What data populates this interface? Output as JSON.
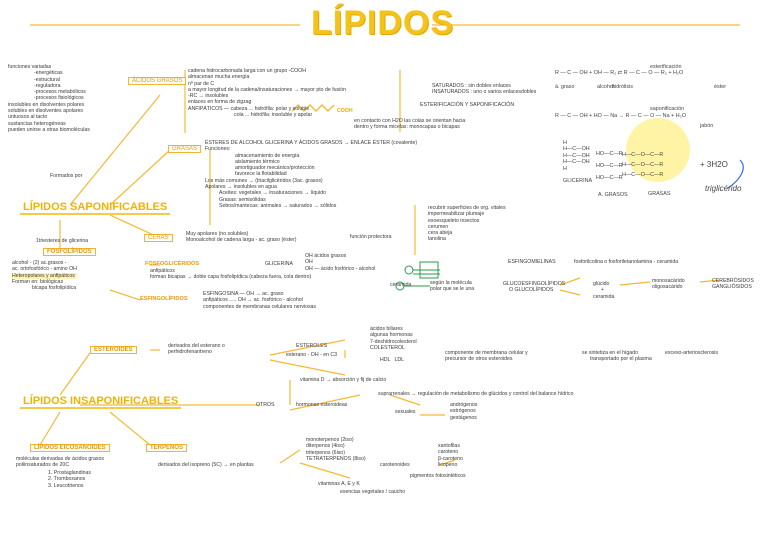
{
  "title": "LÍPIDOS",
  "properties": {
    "items": [
      "funciones variadas",
      "-energéticas",
      "-estructural",
      "-reguladora",
      "-procesos metabólicos",
      "-procesos fisiológicos",
      "insolubles en disolventes polares",
      "solubles en disolventes apolares",
      "untuosos al tacto",
      "sustancias heterogéneas",
      "pueden unirse a otras biomoléculas"
    ]
  },
  "acidos_grasos": {
    "label": "ÁCIDOS GRASOS",
    "items": [
      "cadena hidrocarbonada larga con un grupo -COOH",
      "almacenan mucha energía",
      "nº par de C",
      "a mayor longitud de la cadena/insaturaciones",
      "mayor pto de fusión",
      "-RC",
      "insolubles",
      "enlaces en forma de zigzag",
      "ANFIPÁTICOS",
      "cabeza",
      "hidrófila: polar y soluble",
      "cola",
      "hidrófila: insoluble y apolar"
    ],
    "cooh": "COOH",
    "micelas": [
      "en contacto con H2O las colas se orientan hacia",
      "dentro y forma micelas: monocapas o bicapas"
    ],
    "types": [
      "SATURADOS : sin dobles enlaces",
      "INSATURADOS : uno o varios enlacesdobles"
    ],
    "reactions": "ESTERIFICACIÓN Y SAPONIFICACIÓN"
  },
  "formados_por": "Formados por",
  "saponificables": {
    "label": "LÍPIDOS SAPONIFICABLES"
  },
  "grasas": {
    "label": "GRASAS",
    "items": [
      "ÉSTERES DE ALCOHOL GLICERINA Y ÁCIDOS GRASOS",
      "ENLACE ÉSTER (covalente)",
      "Funciones:",
      "almacenamiento de energía",
      "aislamiento térmico",
      "amortiguador mecánico/protección",
      "favorece la flotabilidad",
      "Los más comunes",
      "(triacilglicéridos (3ac. grasos)",
      "Apolares",
      "insolubles en agua",
      "Aceites: vegetales",
      "insaturaciones",
      "líquido",
      "Grasas: semisólidas",
      "Sebos/mantecas: animales",
      "saturados",
      "sólidos"
    ]
  },
  "ceras": {
    "label": "CERAS",
    "items": [
      "Muy apolares (no solubles)",
      "Monoalcohol de cadena larga - ac. graso (éster)",
      "función protectora"
    ],
    "functions": [
      "recubrir superficies de org. vitales",
      "impermeabilizar plumaje",
      "exoesqueleto insectos",
      "cerumen",
      "cera abeja",
      "lanolina"
    ]
  },
  "fosfolipidos": {
    "intro": "1triesteres de glicerina",
    "label": "FOSFOLÍPIDOS",
    "items": [
      "alcohol - (2) ac.grasos -",
      "ac. ortofosfórico - amino OH",
      "Heteropolares y anfipáticos",
      "Forman en: biológicas",
      "bicapa fosfolipídica"
    ]
  },
  "fosfogliceridos": {
    "label": "FOSFOGLICÉRIDOS",
    "items": [
      "anfipáticos",
      "forman bicapas",
      "doble capa fosfolipídica (cabeza fuera, cola dentro)",
      "GLICERINA",
      "OH",
      "ácidos grasos",
      "ácido fosfórico - alcohol"
    ]
  },
  "esfingolipidos": {
    "label": "ESFINGOLÍPIDOS",
    "items": [
      "ESFINGOSINA",
      "OH",
      "ac. graso",
      "anfipáticos",
      "ac. fosfórico - alcohol",
      "componentes de membranas celulares nerviosas"
    ],
    "ceramida": "ceramida",
    "union": [
      "según la molécula",
      "polar que se le una"
    ],
    "esfingomielinas": "ESFINGOMIELINAS",
    "esf_desc": "fosforilcolina o fosforiletanolamina - ceramida",
    "gluco": [
      "GLUCOESFINGOLÍPIDOS",
      "O GLUCOLÍPIDOS"
    ],
    "glucido": [
      "glúcido",
      "+",
      "ceramida"
    ],
    "mono": [
      "monosacárido",
      "oligosacárido"
    ],
    "types": [
      "CEREBRÓSIDOS",
      "GANGLIÓSIDOS"
    ]
  },
  "insaponificables": {
    "label": "LÍPIDOS INSAPONIFICABLES"
  },
  "esteroides": {
    "label": "ESTEROIDES",
    "desc": [
      "derivados del esterano o",
      "perhidrofenantreno"
    ],
    "esteroles": [
      "ESTEROLES",
      "esterano - OH - en C3"
    ],
    "list": [
      "ácidos biliares",
      "algunas hormonas",
      "7-deshidrocolesterol",
      "COLESTEROL"
    ],
    "hdl": "HDL",
    "ldl": "LDL",
    "membrana": [
      "componente de membrana celular y",
      "precursor de otros esteroides"
    ],
    "higado": [
      "se sintetiza en el hígado",
      "transportado por el plasma"
    ],
    "arterio": "exceso-arteriosclerosis",
    "otros": "OTROS",
    "vitd": "vitamina D",
    "calcio": "absorción y fij de calcio",
    "hormonas": "hormonas esteroideas",
    "supra": "suprarrenales",
    "metabolismo": "regulación de metabolismo de glúcidos y control del balance hídrico",
    "sexuales": "sexuales",
    "sex_list": [
      "andrógenos",
      "estrógenos",
      "gestágenos"
    ]
  },
  "eicosanoides": {
    "label": "LÍPIDOS EICOSANOIDES",
    "desc": [
      "moléculas derivadas de ácidos grasos",
      "poliinsaturados de 20C"
    ],
    "list": [
      "1. Prostaglandinas",
      "2. Tromboxanos",
      "3. Leucotrienos"
    ]
  },
  "terpenos": {
    "label": "TERPENOS",
    "desc": "derivados del isopreno (5C)",
    "plantas": "en plantas",
    "list": [
      "monoterpenos (2iso)",
      "diterpenos (4iso)",
      "triterpenos (6iso)",
      "TETRATERPENOS (8iso)"
    ],
    "carot": "carotenoides",
    "carot_list": [
      "xantofilas",
      "caroteno",
      "β-caroteno",
      "licopeno"
    ],
    "pigmentos": "pigmentos fotosintéticos",
    "vit": "vitaminas A, E y K",
    "esencias": "esencias vegetales / caucho"
  },
  "chem": {
    "ester_label": "esterificación",
    "hidrolisis": "hidrólisis",
    "saponificacion": "saponificación",
    "ac_graso": "á. graso",
    "alcohol": "alcohol",
    "ester": "éster",
    "jabon": "jabón",
    "glicerina": "GLICERINA",
    "a_grasos": "A. GRASOS",
    "grasas": "GRASAS",
    "h2o": "+ 3H2O",
    "trig": "triglicérido"
  }
}
